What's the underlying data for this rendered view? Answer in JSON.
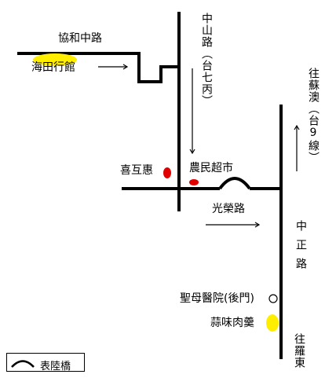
{
  "roads": {
    "xiehe_zhong": "協和中路",
    "zhongshan": "中山路（台七丙）",
    "guangrong": "光榮路",
    "zhongzheng": "中正路"
  },
  "directions": {
    "to_suao": "往蘇澳（台9線）",
    "to_luodong": "往羅東"
  },
  "places": {
    "haitian": "海田行館",
    "xihuhui": "喜互惠",
    "nongmin": "農民超市",
    "hospital": "聖母醫院(後門)",
    "garlic_soup": "蒜味肉羹"
  },
  "legend": {
    "bridge": "表陸橋"
  },
  "colors": {
    "highlight": "#ffee00",
    "marker": "#e00000",
    "road": "#000000"
  }
}
